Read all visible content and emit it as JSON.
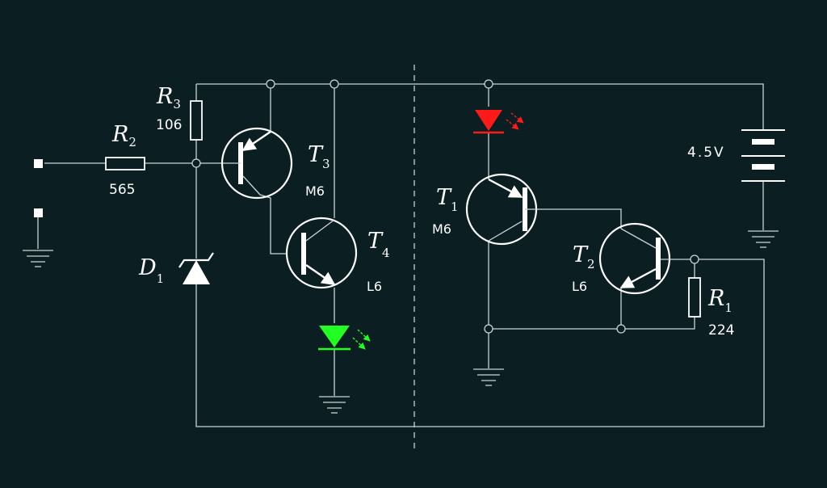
{
  "colors": {
    "background": "#0b1f23",
    "wire": "#c9d3d5",
    "led_red": "#ff1a1a",
    "led_green": "#22ff22"
  },
  "components": {
    "r2": {
      "name": "R",
      "sub": "2",
      "value": "565"
    },
    "r3": {
      "name": "R",
      "sub": "3",
      "value": "106"
    },
    "r1": {
      "name": "R",
      "sub": "1",
      "value": "224"
    },
    "t3": {
      "name": "T",
      "sub": "3",
      "model": "M6"
    },
    "t4": {
      "name": "T",
      "sub": "4",
      "model": "L6"
    },
    "t1": {
      "name": "T",
      "sub": "1",
      "model": "M6"
    },
    "t2": {
      "name": "T",
      "sub": "2",
      "model": "L6"
    },
    "d1": {
      "name": "D",
      "sub": "1"
    },
    "battery": {
      "value": "4.5V"
    }
  }
}
